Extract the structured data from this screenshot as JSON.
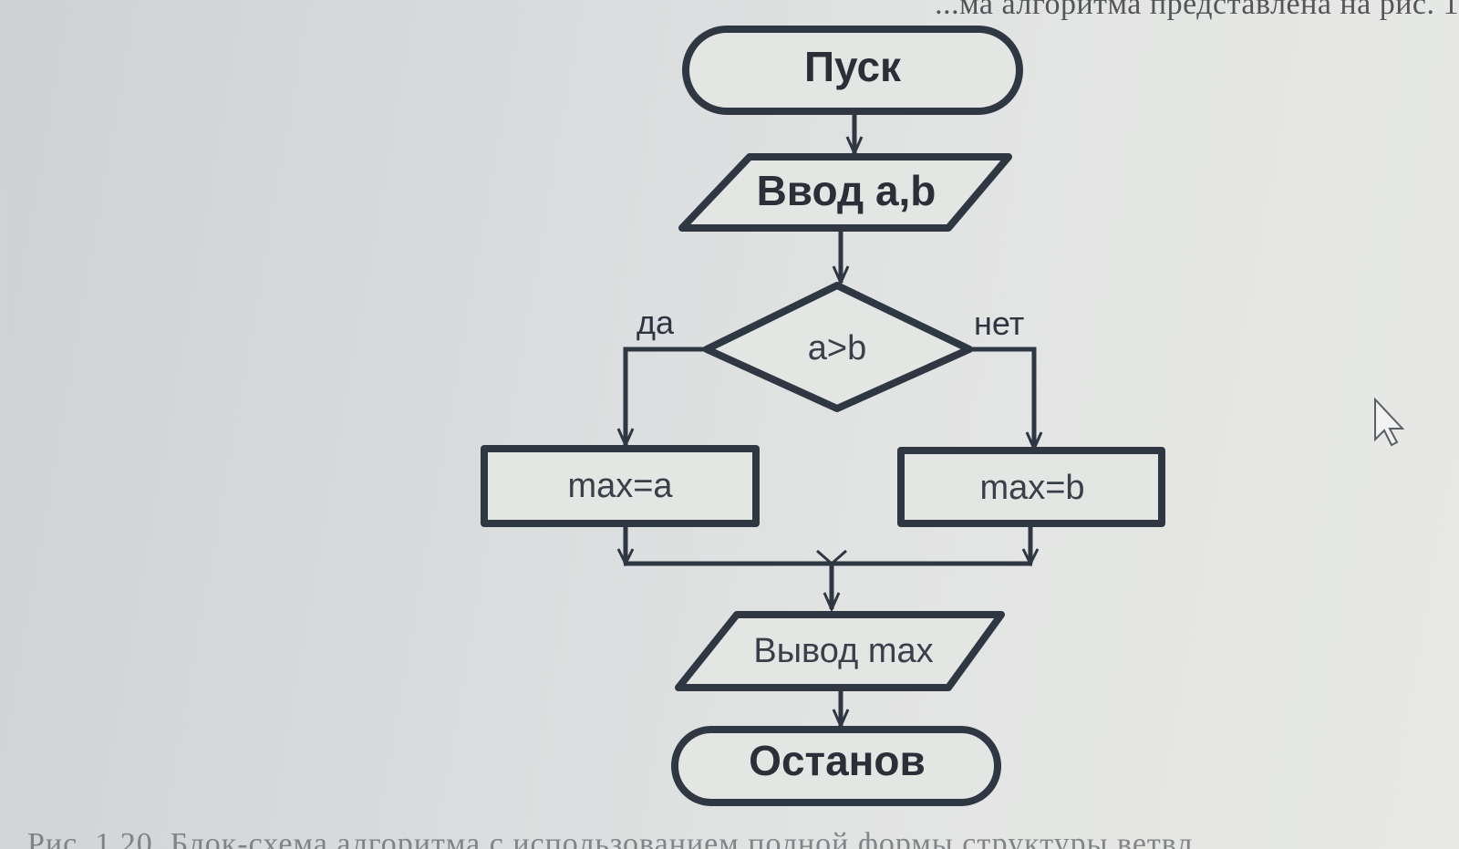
{
  "header": {
    "text": "...ма алгоритма представлена на рис. 1"
  },
  "caption": {
    "text": "Рис. 1.20. Блок-схема алгоритма с использованием полной формы структуры ветвл"
  },
  "flowchart": {
    "start_label": "Пуск",
    "input_label": "Ввод a,b",
    "condition_label": "a>b",
    "yes_label": "да",
    "no_label": "нет",
    "yes_action_label": "max=a",
    "no_action_label": "max=b",
    "output_label": "Вывод max",
    "end_label": "Останов"
  },
  "colors": {
    "stroke": "#2f3743",
    "fill": "#e4e6e4"
  }
}
